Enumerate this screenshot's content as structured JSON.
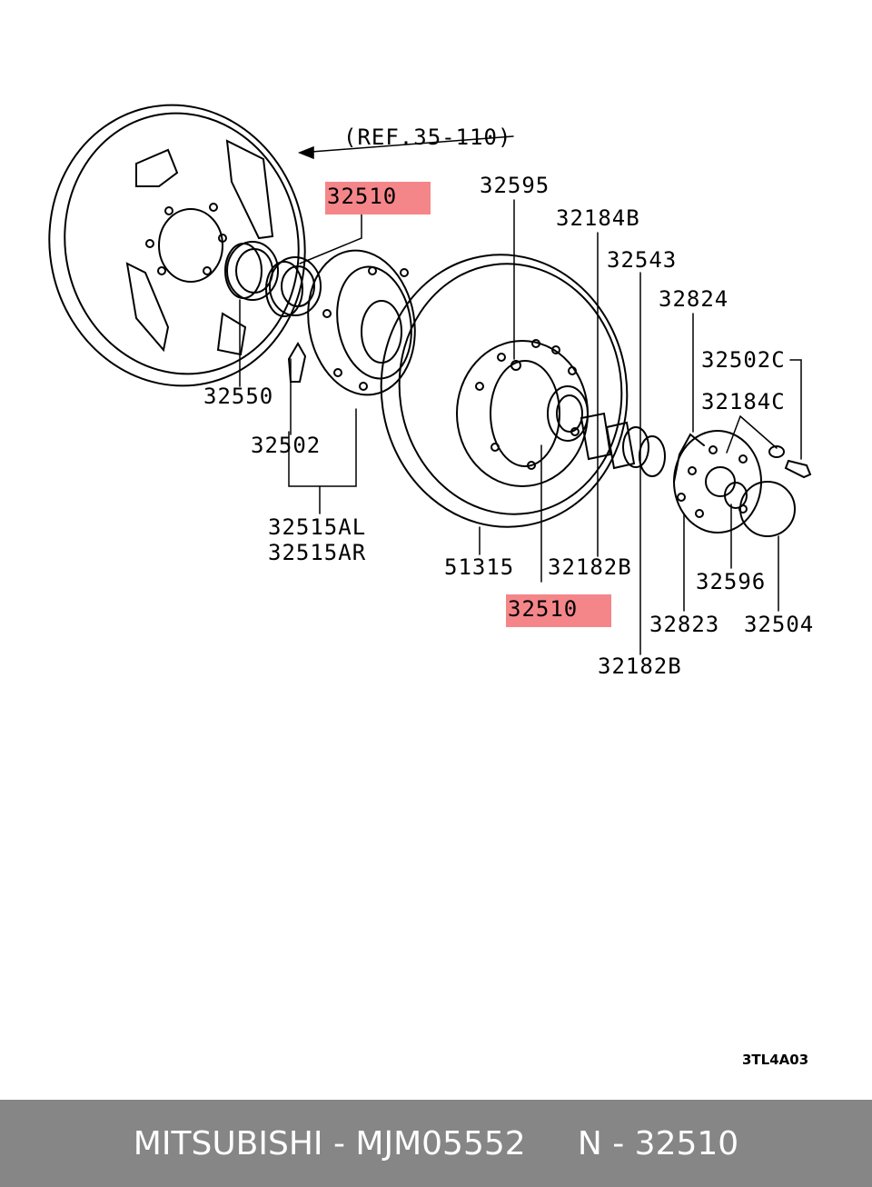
{
  "diagram": {
    "ref_label": "(REF.35-110)",
    "drawing_code": "3TL4A03",
    "highlight_color": "#f4868a",
    "parts": [
      {
        "id": "p-32510-top",
        "label": "32510",
        "highlighted": true
      },
      {
        "id": "p-32595",
        "label": "32595"
      },
      {
        "id": "p-32184b",
        "label": "32184B"
      },
      {
        "id": "p-32543",
        "label": "32543"
      },
      {
        "id": "p-32824",
        "label": "32824"
      },
      {
        "id": "p-32502c",
        "label": "32502C"
      },
      {
        "id": "p-32184c",
        "label": "32184C"
      },
      {
        "id": "p-32550",
        "label": "32550"
      },
      {
        "id": "p-32502",
        "label": "32502"
      },
      {
        "id": "p-32515al",
        "label": "32515AL"
      },
      {
        "id": "p-32515ar",
        "label": "32515AR"
      },
      {
        "id": "p-51315",
        "label": "51315"
      },
      {
        "id": "p-32182b-1",
        "label": "32182B"
      },
      {
        "id": "p-32596",
        "label": "32596"
      },
      {
        "id": "p-32510-bottom",
        "label": "32510",
        "highlighted": true
      },
      {
        "id": "p-32823",
        "label": "32823"
      },
      {
        "id": "p-32504",
        "label": "32504"
      },
      {
        "id": "p-32182b-2",
        "label": "32182B"
      }
    ]
  },
  "footer": {
    "text": "MITSUBISHI - MJM05552     N - 32510",
    "background": "#868686"
  }
}
